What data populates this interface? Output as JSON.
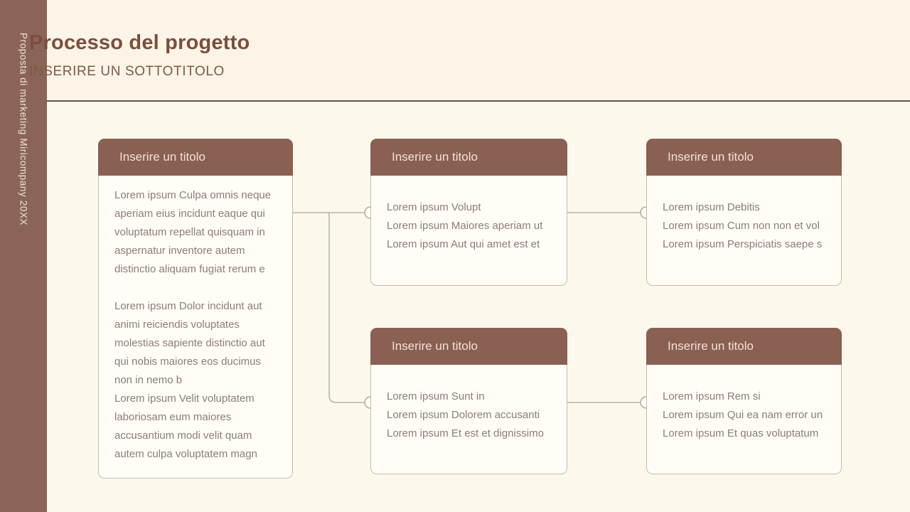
{
  "sidebar": {
    "vertical_text": "Proposta di marketing Miricompany 20XX"
  },
  "header": {
    "title": "Processo del progetto",
    "subtitle": "INSERIRE UN SOTTOTITOLO"
  },
  "cards": [
    {
      "title": "Inserire un titolo",
      "paragraphs": [
        "Lorem ipsum Culpa omnis neque aperiam eius incidunt eaque qui voluptatum repellat quisquam in aspernatur inventore autem distinctio aliquam fugiat rerum e",
        "Lorem ipsum Dolor incidunt aut animi reiciendis voluptates molestias sapiente distinctio aut qui nobis maiores eos ducimus non in nemo b",
        "Lorem ipsum Velit voluptatem laboriosam eum maiores accusantium modi velit quam autem culpa voluptatem magn"
      ]
    },
    {
      "title": "Inserire un titolo",
      "lines": [
        "Lorem ipsum Volupt",
        "Lorem ipsum Maiores aperiam ut",
        "Lorem ipsum Aut qui amet est et"
      ]
    },
    {
      "title": "Inserire un titolo",
      "lines": [
        "Lorem ipsum Debitis",
        "Lorem ipsum Cum non non et vol",
        "Lorem ipsum Perspiciatis saepe s"
      ]
    },
    {
      "title": "Inserire un titolo",
      "lines": [
        "Lorem ipsum Sunt in",
        "Lorem ipsum Dolorem accusanti",
        "Lorem ipsum Et est et dignissimo"
      ]
    },
    {
      "title": "Inserire un titolo",
      "lines": [
        "Lorem ipsum Rem si",
        "Lorem ipsum Qui ea nam error un",
        "Lorem ipsum Et quas voluptatum"
      ]
    }
  ],
  "colors": {
    "sidebar_bg": "#8a6557",
    "sidebar_text": "#f0e1d7",
    "bg_top": "#fcf4e7",
    "bg_main": "#fdf8ec",
    "title_color": "#7b4e3e",
    "subtitle_color": "#7d5948",
    "divider_color": "#5d5246",
    "card_bg": "#fffdf6",
    "card_border": "#c9bcab",
    "card_header_bg": "#8a6052",
    "card_header_text": "#f2e1d6",
    "body_text": "#8d7d73",
    "connector_color": "#b3a596"
  }
}
